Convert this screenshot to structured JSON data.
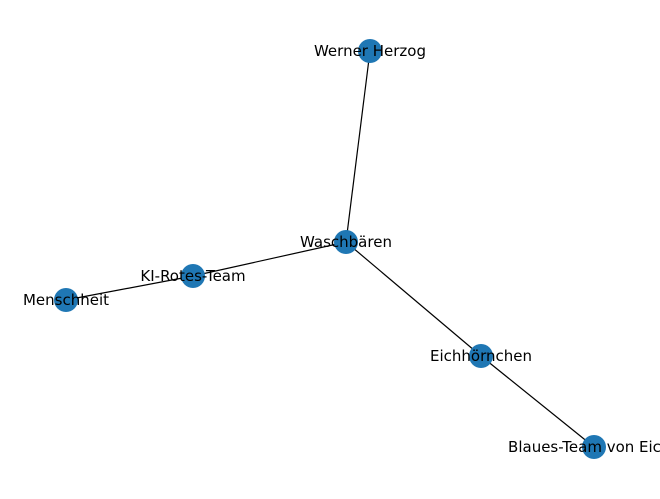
{
  "graph": {
    "node_color": "#1f77b4",
    "edge_color": "#000000",
    "nodes": [
      {
        "id": "werner",
        "label": "Werner Herzog"
      },
      {
        "id": "waschbaeren",
        "label": "Waschbären"
      },
      {
        "id": "ki",
        "label": "KI-Rotes-Team"
      },
      {
        "id": "menschheit",
        "label": "Menschheit"
      },
      {
        "id": "eichhoernchen",
        "label": "Eichhörnchen"
      },
      {
        "id": "blaues",
        "label": "Blaues-Team von Eichh"
      }
    ],
    "edges": [
      {
        "source": "werner",
        "target": "waschbaeren"
      },
      {
        "source": "waschbaeren",
        "target": "ki"
      },
      {
        "source": "ki",
        "target": "menschheit"
      },
      {
        "source": "waschbaeren",
        "target": "eichhoernchen"
      },
      {
        "source": "eichhoernchen",
        "target": "blaues"
      }
    ]
  }
}
